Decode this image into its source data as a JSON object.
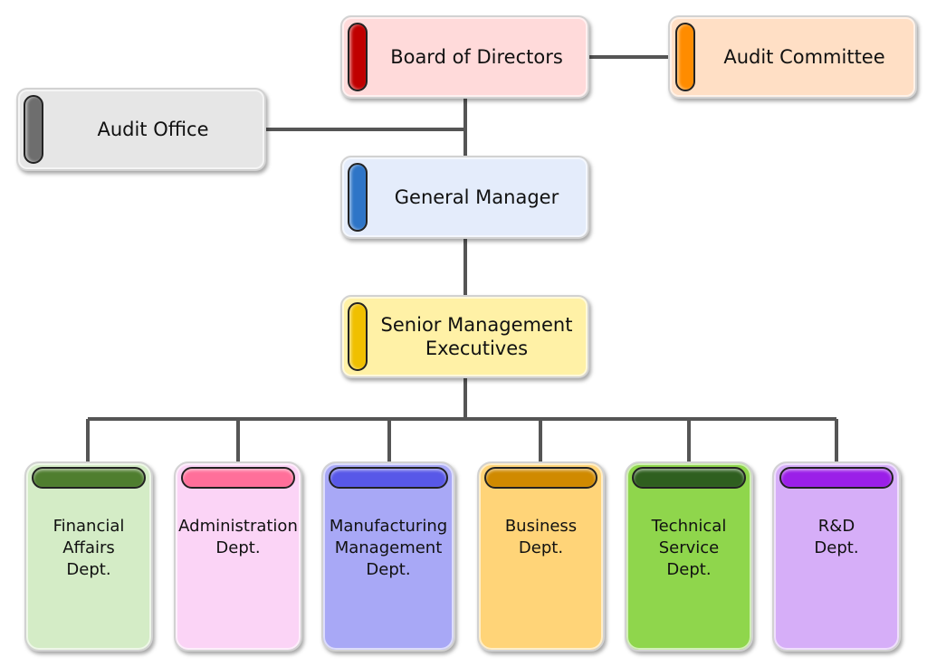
{
  "top_nodes": [
    {
      "id": "board",
      "label": "Board of Directors",
      "bg": "#ffdada",
      "tab": "#c00000"
    },
    {
      "id": "audit_committee",
      "label": "Audit Committee",
      "bg": "#ffdfc5",
      "tab": "#ff8c00"
    },
    {
      "id": "audit_office",
      "label": "Audit Office",
      "bg": "#e6e6e6",
      "tab": "#6e6e6e"
    },
    {
      "id": "general_manager",
      "label": "General Manager",
      "bg": "#e4ecfb",
      "tab": "#2e75c7"
    },
    {
      "id": "senior_management",
      "label": "Senior Management\nExecutives",
      "bg": "#fff1a6",
      "tab": "#f0c000"
    }
  ],
  "departments": [
    {
      "label": "Financial\nAffairs\nDept.",
      "bg": "#d4ecc6",
      "bar": "#4f7e2f"
    },
    {
      "label": "Administration\nDept.",
      "bg": "#fbd4f6",
      "bar": "#ff6f9a"
    },
    {
      "label": "Manufacturing\nManagement\nDept.",
      "bg": "#a8a8f6",
      "bar": "#5858e8"
    },
    {
      "label": "Business\nDept.",
      "bg": "#ffd478",
      "bar": "#d08a00"
    },
    {
      "label": "Technical\nService\nDept.",
      "bg": "#8fd64c",
      "bar": "#2f5f1f"
    },
    {
      "label": "R&D\nDept.",
      "bg": "#d6aef8",
      "bar": "#9b1fe8"
    }
  ]
}
